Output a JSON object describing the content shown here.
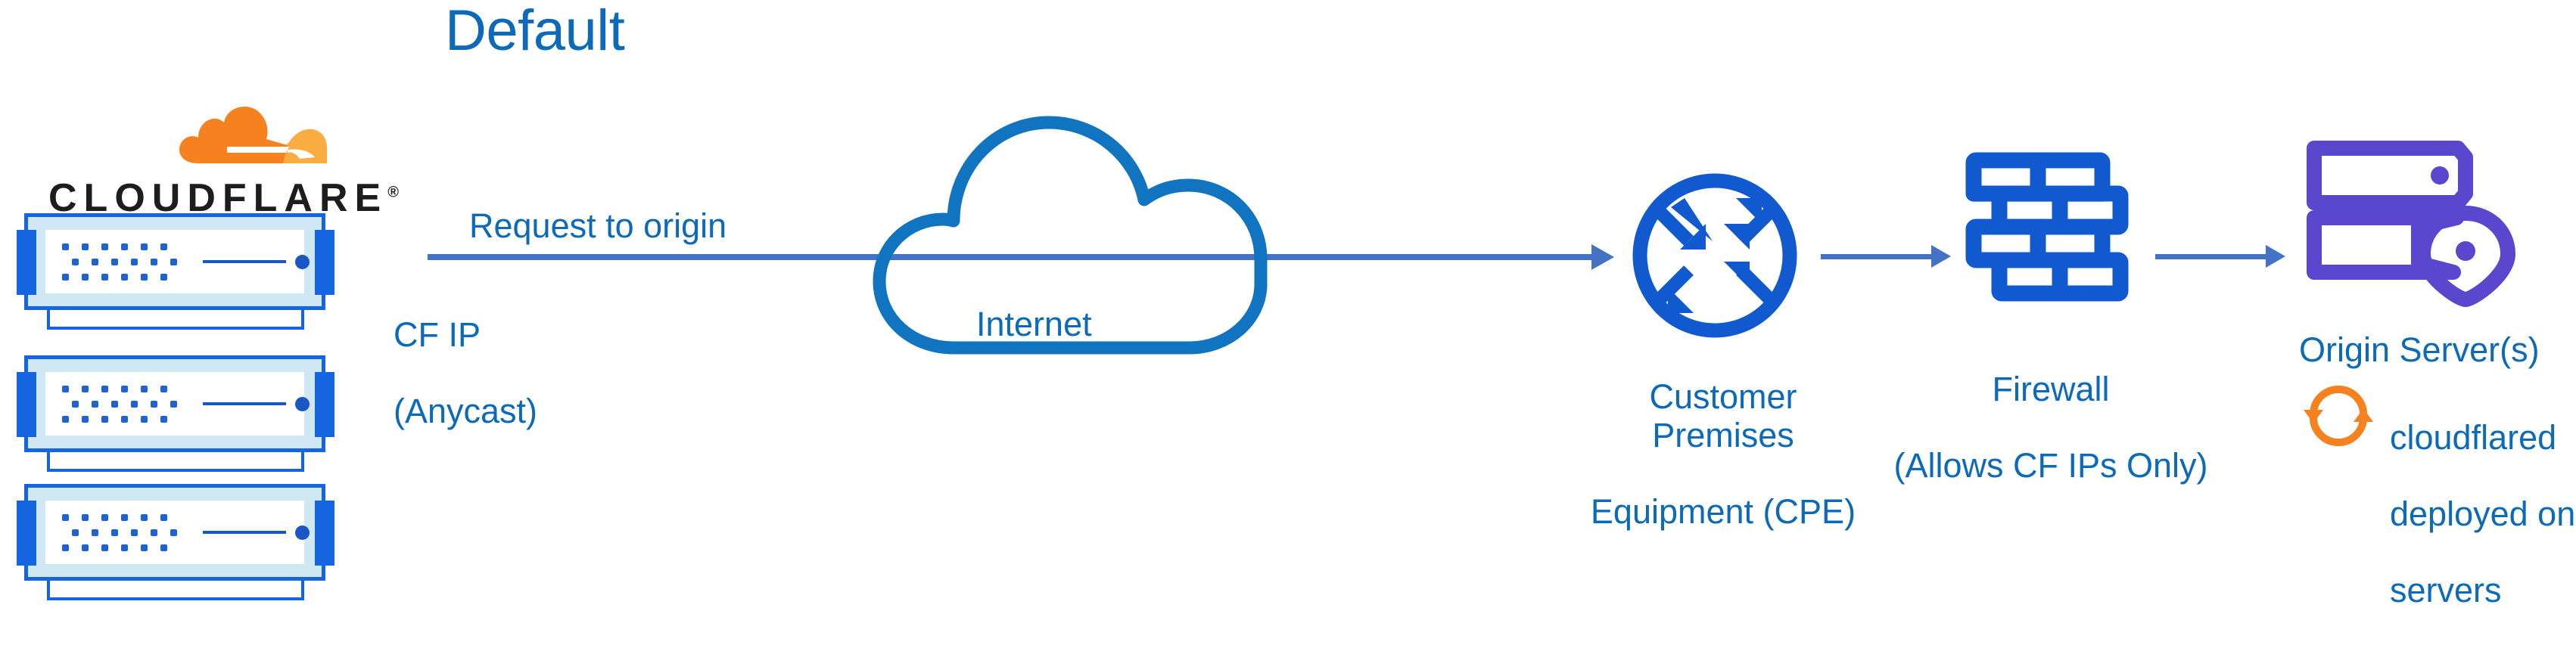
{
  "diagram": {
    "title": "Default",
    "brand": {
      "wordmark": "CLOUDFLARE",
      "registered_mark": "®",
      "logo_icon": "cloudflare-cloud-logo",
      "logo_color_primary": "#F6821F",
      "logo_color_secondary": "#FBAD41"
    },
    "colors": {
      "label_blue": "#0C6AB8",
      "icon_blue": "#1059CE",
      "connector_blue": "#4472C4",
      "server_frame_blue": "#1565E0",
      "server_fill_blue": "#CFE8F3",
      "origin_purple": "#5B47CE",
      "cloudflared_orange": "#F6821F",
      "wordmark_black": "#1d1d1d"
    },
    "edge_nodes": {
      "icon": "server-rack-icon",
      "count": 3,
      "port_dot_rows": 3,
      "port_dots_per_row": 6
    },
    "flow_label": {
      "request": "Request to origin",
      "source_ip_line1": "CF IP",
      "source_ip_line2": "(Anycast)"
    },
    "nodes": [
      {
        "id": "internet",
        "icon": "cloud-icon",
        "label": "Internet"
      },
      {
        "id": "cpe",
        "icon": "router-icon",
        "label_line1": "Customer Premises",
        "label_line2": "Equipment (CPE)"
      },
      {
        "id": "firewall",
        "icon": "brick-wall-icon",
        "label_line1": "Firewall",
        "label_line2": "(Allows CF IPs Only)"
      },
      {
        "id": "origin",
        "icon": "server-location-pin-icon",
        "label_line1": "Origin Server(s)"
      }
    ],
    "annotation": {
      "icon": "sync-arrows-icon",
      "line1": "cloudflared",
      "line2": "deployed on",
      "line3": "servers"
    },
    "connectors": [
      {
        "from": "cloudflare-edge",
        "to": "cpe",
        "style": "arrow"
      },
      {
        "from": "cpe",
        "to": "firewall",
        "style": "arrow"
      },
      {
        "from": "firewall",
        "to": "origin",
        "style": "arrow"
      }
    ]
  }
}
